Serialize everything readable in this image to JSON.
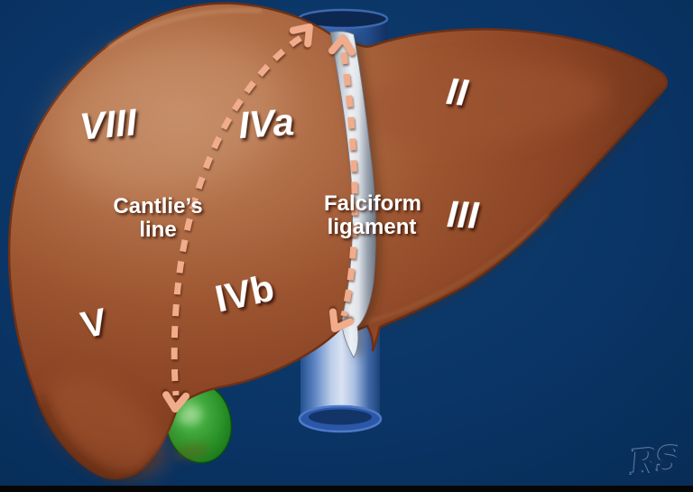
{
  "segments": [
    {
      "label": "VIII"
    },
    {
      "label": "IVa"
    },
    {
      "label": "II"
    },
    {
      "label": "III"
    },
    {
      "label": "IVb"
    },
    {
      "label": "V"
    }
  ],
  "annotations": {
    "cantlie_line1": "Cantlie’s",
    "cantlie_line2": "line",
    "falciform_line1": "Falciform",
    "falciform_line2": "ligament"
  },
  "signature": "RS",
  "colors": {
    "background": "#0A3566",
    "liver_mid": "#8B4425",
    "liver_highlight": "#C18A66",
    "liver_shadow": "#4E2010",
    "gallbladder_green": "#2B9528",
    "vena_cava_blue": "#2E5CA6",
    "ligament_silver": "#EFF3F8",
    "dashed_line_peach": "#F0AC8B",
    "label_text": "#FFFFFF"
  }
}
